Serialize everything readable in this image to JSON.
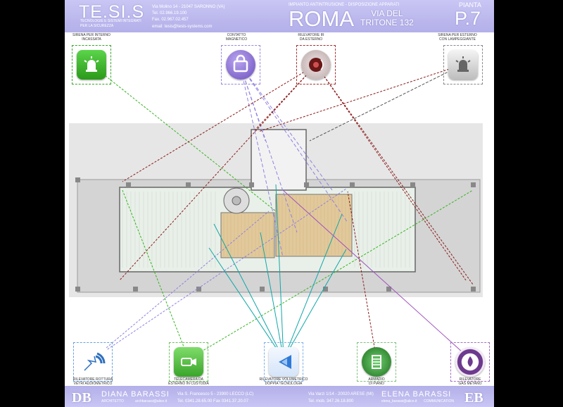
{
  "header": {
    "company": "TE.SI.S",
    "company_sub": "TECNOLOGIE E SISTEMI INTEGRATI\nPER LA SICUREZZA",
    "address": "Via Molino 14 - 21047 SARONNO (VA)",
    "tel": "Tel. 02.966.19.100",
    "fax": "Fax. 02.967.02.457",
    "email": "email: tesis@tesis-systems.com",
    "project": "IMPIANTO ANTINTRUSIONE - DISPOSIZIONE APPARATI",
    "city": "ROMA",
    "street": "VIA DEL\nTRITONE 132",
    "plan_label": "PIANTA",
    "plan": "P.7"
  },
  "devices_top": [
    {
      "label": "SIRENA PER INTERNO\nINCASSATA",
      "icon": "siren-indoor-icon",
      "color": "#39a52a"
    },
    {
      "label": "CONTATTO\nMAGNETICO",
      "icon": "magnetic-contact-icon",
      "color": "#8b6ac9"
    },
    {
      "label": "RILEVATORE IR\nDA ESTERNO",
      "icon": "ir-detector-icon",
      "color": "#7a2a2a"
    },
    {
      "label": "SIRENA PER ESTERNO\nCON LAMPEGGIANTE",
      "icon": "siren-outdoor-icon",
      "color": "#777777"
    }
  ],
  "devices_bottom": [
    {
      "label": "RILEVATORE ROTTURA\nVETRI AUDIOMETRICO",
      "icon": "glass-break-icon",
      "color": "#3f7fd0"
    },
    {
      "label": "TELECAMERA DA\nESTERNO IN CUSTODIA",
      "icon": "camera-icon",
      "color": "#39a52a"
    },
    {
      "label": "RILEVATORE VOLUMETRICO\nDOPPIA TECNOLOGIA",
      "icon": "volumetric-detector-icon",
      "color": "#2f7ad8"
    },
    {
      "label": "ARMADIO\nDI PIANO",
      "icon": "cabinet-icon",
      "color": "#2e8b2e"
    },
    {
      "label": "RILEVATORE\nGAS METANO",
      "icon": "gas-detector-icon",
      "color": "#6d3a8e"
    }
  ],
  "footer": {
    "left_logo": "DB",
    "left_name": "DIANA BARASSI",
    "left_role": "ARCHITETTO",
    "left_email": "archbarassi@alice.it",
    "left_address": "Via S. Francesco 5 - 23900 LECCO (LC)",
    "left_tel": "Tel. 0341.28.65.00  Fax 0341.37.20.07",
    "right_address": "Via Varzi 1/14 - 20020 ARESE (MI)",
    "right_tel": "Tel. mob. 347.26.18.800",
    "right_name": "ELENA BARASSI",
    "right_email": "elena_barassi@alice.it",
    "right_role": "COMMUNICATION",
    "right_logo": "EB"
  },
  "colors": {
    "band": "#b9b6ec",
    "green": "#35b31f",
    "darkred": "#8a1a1a",
    "violet": "#8f82e0",
    "cyan": "#10a7a7",
    "purple": "#a050c0",
    "navy": "#3a3a80",
    "gray": "#555555"
  }
}
